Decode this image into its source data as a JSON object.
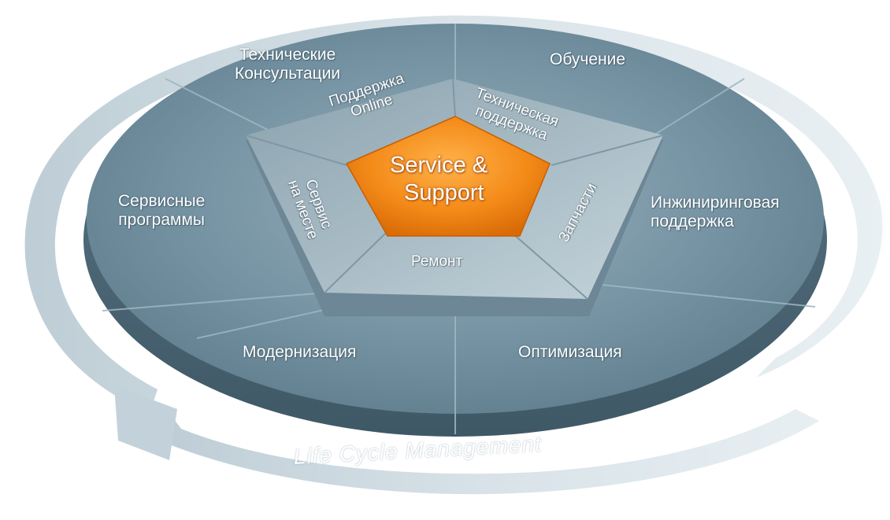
{
  "center": {
    "line1": "Service &",
    "line2": "Support"
  },
  "inner": {
    "online_support": "Поддержка\nOnline",
    "tech_support": "Техническая\nподдержка",
    "field_service": "Сервис\nна месте",
    "spare_parts": "Запчасти",
    "repair": "Ремонт"
  },
  "outer": {
    "tech_consulting": "Технические\nКонсультации",
    "training": "Обучение",
    "service_programs": "Сервисные\nпрограммы",
    "engineering_support": "Инжиниринговая\nподдержка",
    "modernization": "Модернизация",
    "optimization": "Оптимизация"
  },
  "footer": {
    "lifecycle": "Life Cycle Management"
  },
  "colors": {
    "disk_top": "#6f8d9d",
    "disk_side": "#4f6a78",
    "pentagon_frame": "#a9bcc6",
    "center_orange": "#f08a1c",
    "ring": "#c9d6dd"
  }
}
